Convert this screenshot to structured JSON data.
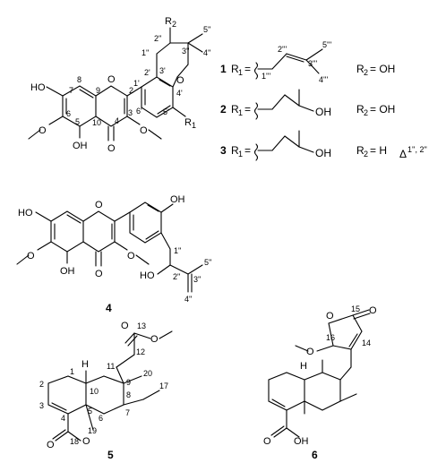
{
  "atoms": {
    "ho": "HO",
    "o": "O",
    "oh": "OH",
    "h": "H",
    "r1": "R",
    "r1_sub": "1",
    "r2": "R",
    "r2_sub": "2"
  },
  "locants_1": [
    "7",
    "8",
    "9",
    "2",
    "3",
    "4",
    "5",
    "6",
    "10",
    "1'",
    "2'",
    "3'",
    "4'",
    "5'",
    "6'",
    "1''",
    "2''",
    "3''",
    "4''",
    "5''"
  ],
  "compounds": [
    {
      "number": "1",
      "r1_label": "R",
      "r1_sub": "1",
      "eq": "=",
      "r2_label": "R",
      "r2_sub": "2",
      "r2_value": "= OH",
      "side_locants": [
        "1'''",
        "2'''",
        "3'''",
        "4'''",
        "5'''"
      ]
    },
    {
      "number": "2",
      "r1_label": "R",
      "r1_sub": "1",
      "eq": "=",
      "r1_tail": "OH",
      "r2_label": "R",
      "r2_sub": "2",
      "r2_value": "= OH"
    },
    {
      "number": "3",
      "r1_label": "R",
      "r1_sub": "1",
      "eq": "=",
      "r1_tail": "OH",
      "r2_label": "R",
      "r2_sub": "2",
      "r2_value": "= H",
      "delta": "Δ",
      "delta_sup": "1'', 2''"
    }
  ],
  "compound_4": {
    "number": "4",
    "locants": [
      "1''",
      "2''",
      "3''",
      "4''",
      "5''"
    ]
  },
  "compound_5": {
    "number": "5",
    "locants": [
      "13",
      "12",
      "11",
      "1",
      "2",
      "3",
      "4",
      "5",
      "6",
      "7",
      "8",
      "9",
      "10",
      "17",
      "18",
      "19",
      "20"
    ]
  },
  "compound_6": {
    "number": "6",
    "locants": [
      "15",
      "14",
      "16"
    ]
  }
}
